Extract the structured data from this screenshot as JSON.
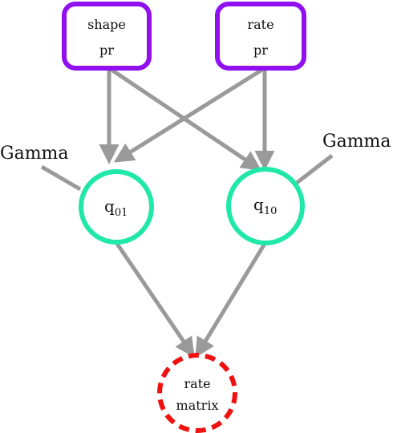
{
  "nodes": {
    "shape_pr": {
      "line1": "shape",
      "line2": "pr"
    },
    "rate_pr": {
      "line1": "rate",
      "line2": "pr"
    },
    "q01": {
      "base": "q",
      "sub": "01"
    },
    "q10": {
      "base": "q",
      "sub": "10"
    },
    "rate_matrix": {
      "line1": "rate",
      "line2": "matrix"
    }
  },
  "distribution_labels": {
    "left": "Gamma",
    "right": "Gamma"
  },
  "colors": {
    "prior_box": "#9010f0",
    "stochastic_node": "#20e8a8",
    "deterministic_node": "#f01010",
    "edge": "#9a9a9a"
  }
}
